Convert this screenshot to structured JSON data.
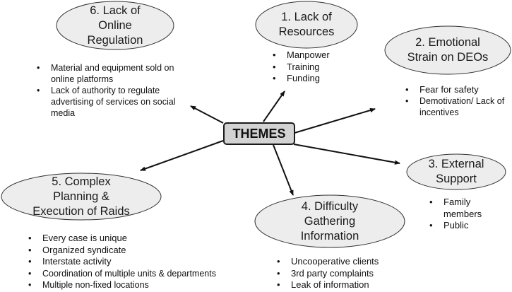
{
  "diagram": {
    "center": {
      "label": "THEMES"
    },
    "themes": [
      {
        "id": "t1",
        "title": "1. Lack of\nResources",
        "bullets": [
          "Manpower",
          "Training",
          "Funding"
        ]
      },
      {
        "id": "t2",
        "title": "2. Emotional\nStrain on DEOs",
        "bullets": [
          "Fear for safety",
          "Demotivation/ Lack of incentives"
        ]
      },
      {
        "id": "t3",
        "title": "3. External\nSupport",
        "bullets": [
          "Family members",
          "Public"
        ]
      },
      {
        "id": "t4",
        "title": "4. Difficulty\nGathering\nInformation",
        "bullets": [
          "Uncooperative clients",
          "3rd party complaints",
          "Leak of information"
        ]
      },
      {
        "id": "t5",
        "title": "5. Complex\nPlanning &\nExecution of Raids",
        "bullets": [
          "Every case is unique",
          "Organized syndicate",
          "Interstate activity",
          "Coordination of multiple units & departments",
          "Multiple non-fixed locations"
        ]
      },
      {
        "id": "t6",
        "title": "6. Lack of\nOnline\nRegulation",
        "bullets": [
          "Material and equipment sold on online platforms",
          "Lack of authority to regulate advertising of services on social media"
        ]
      }
    ],
    "colors": {
      "ellipse_fill": "#ededed",
      "ellipse_stroke": "#333333",
      "center_fill": "#d3d3d3",
      "arrow": "#111111"
    }
  }
}
